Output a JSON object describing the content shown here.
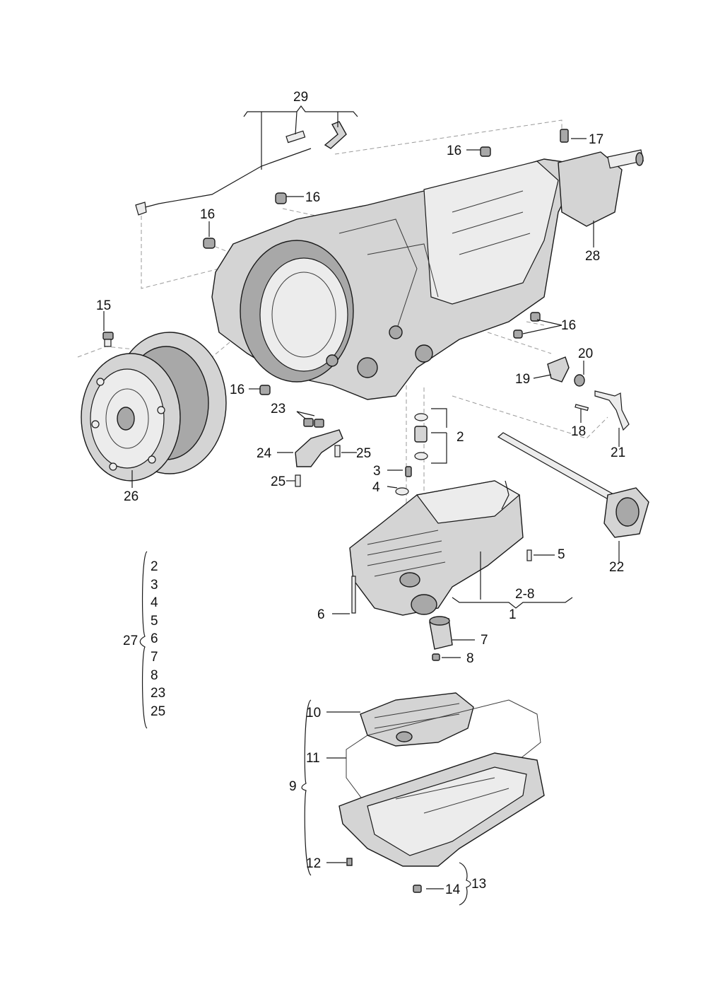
{
  "callouts": {
    "c1": "1",
    "c2": "2",
    "c2_8": "2-8",
    "c3": "3",
    "c4": "4",
    "c5": "5",
    "c6": "6",
    "c7": "7",
    "c8": "8",
    "c9": "9",
    "c10": "10",
    "c11": "11",
    "c12": "12",
    "c13": "13",
    "c14": "14",
    "c15": "15",
    "c16": "16",
    "c17": "17",
    "c18": "18",
    "c19": "19",
    "c20": "20",
    "c21": "21",
    "c22": "22",
    "c23": "23",
    "c24": "24",
    "c25": "25",
    "c26": "26",
    "c27": "27",
    "c28": "28",
    "c29": "29"
  },
  "kit27_items": [
    "2",
    "3",
    "4",
    "5",
    "6",
    "7",
    "8",
    "23",
    "25"
  ],
  "colors": {
    "line": "#1a1a1a",
    "housing_fill": "#d4d4d4",
    "shadow_fill": "#a8a8a8",
    "background": "#ffffff"
  }
}
